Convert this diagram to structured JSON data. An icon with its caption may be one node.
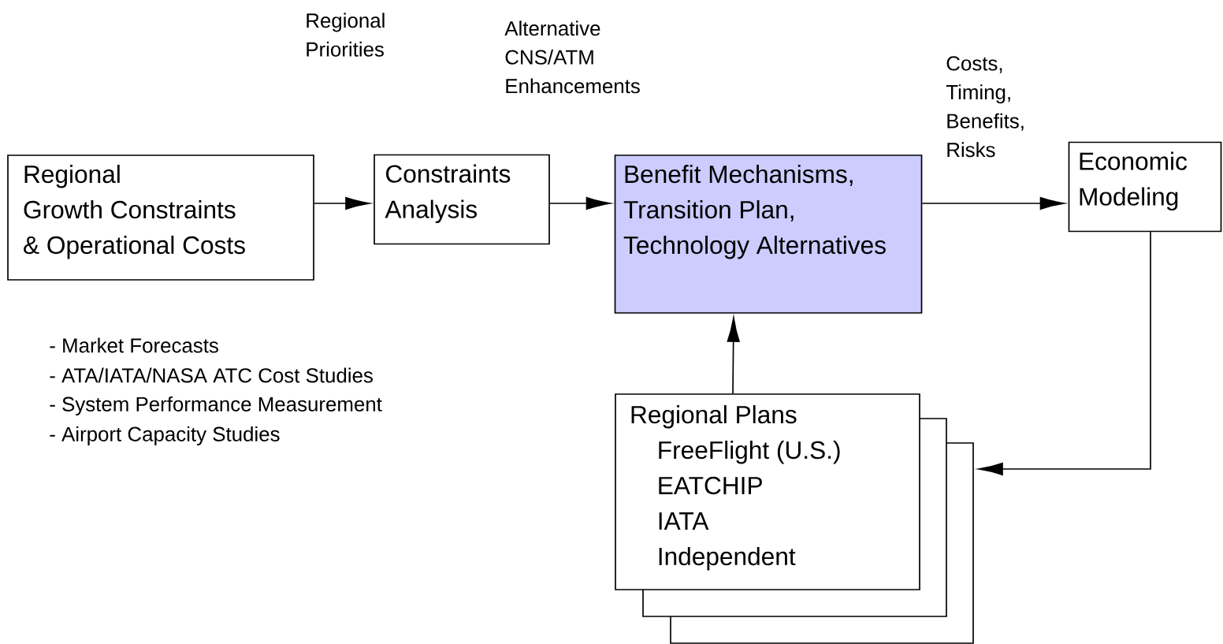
{
  "diagram": {
    "nodes": [
      {
        "text": [
          "Regional",
          "Growth Constraints",
          "& Operational Costs"
        ]
      },
      {
        "text": [
          "Constraints Analysis"
        ]
      },
      {
        "text": [
          "Benefit Mechanisms, Transition Plan, Technology Alternatives"
        ]
      },
      {
        "text": [
          "Economic Modeling"
        ]
      },
      {
        "text": [
          "Regional Plans",
          "FreeFlight (U.S.)",
          "EATCHIP",
          "IATA",
          "Independent"
        ]
      }
    ],
    "edges": [
      {
        "from": 0,
        "to": 1,
        "arrow": "to"
      },
      {
        "from": 1,
        "to": 2,
        "arrow": "to"
      },
      {
        "from": 2,
        "to": 3,
        "arrow": "to"
      },
      {
        "from": 4,
        "to": 2,
        "arrow": "to"
      },
      {
        "from": 3,
        "to": 4,
        "arrow": "to"
      }
    ],
    "labels": [
      "Regional Priorities",
      "Alternative CNS/ATM Enhancements",
      "Costs, Timing, Benefits, Risks",
      "- Market Forecasts",
      "- ATA/IATA/NASA ATC Cost Studies",
      "- System Performance Measurement",
      "- Airport Capacity Studies"
    ]
  }
}
